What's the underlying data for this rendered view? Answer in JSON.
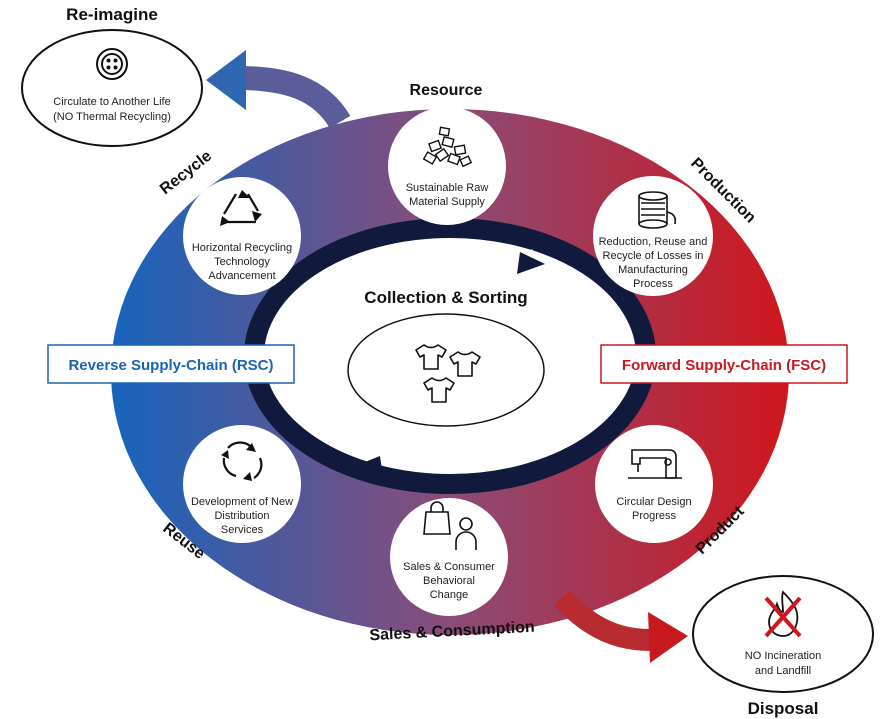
{
  "title": "Collection & Sorting",
  "stages": {
    "resource": "Resource",
    "production": "Production",
    "product": "Product",
    "sales": "Sales & Consumption",
    "reuse": "Reuse",
    "recycle": "Recycle"
  },
  "outcomes": {
    "reimagine": {
      "heading": "Re-imagine",
      "line1": "Circulate to Another Life",
      "line2": "(NO Thermal Recycling)"
    },
    "disposal": {
      "heading": "Disposal",
      "line1": "NO Incineration",
      "line2": "and Landfill"
    }
  },
  "chains": {
    "reverse": {
      "label": "Reverse Supply-Chain (RSC)",
      "color": "#1a64b4"
    },
    "forward": {
      "label": "Forward Supply-Chain (FSC)",
      "color": "#c8191e"
    }
  },
  "nodes": {
    "sustainable": [
      "Sustainable Raw",
      "Material Supply"
    ],
    "reduction": [
      "Reduction, Reuse and",
      "Recycle of Losses in",
      "Manufacturing",
      "Process"
    ],
    "design": [
      "Circular Design",
      "Progress"
    ],
    "sales": [
      "Sales & Consumer",
      "Behavioral",
      "Change"
    ],
    "distribution": [
      "Development of New",
      "Distribution",
      "Services"
    ],
    "recycling": [
      "Horizontal Recycling",
      "Technology",
      "Advancement"
    ]
  },
  "icons": {
    "sustainable": "fabric-scraps-icon",
    "reduction": "thread-spool-icon",
    "design": "sewing-machine-icon",
    "sales": "shopping-bag-person-icon",
    "distribution": "circular-arrows-icon",
    "recycling": "recycle-icon",
    "reimagine": "button-icon",
    "disposal": "no-fire-icon",
    "center": "t-shirts-icon"
  }
}
